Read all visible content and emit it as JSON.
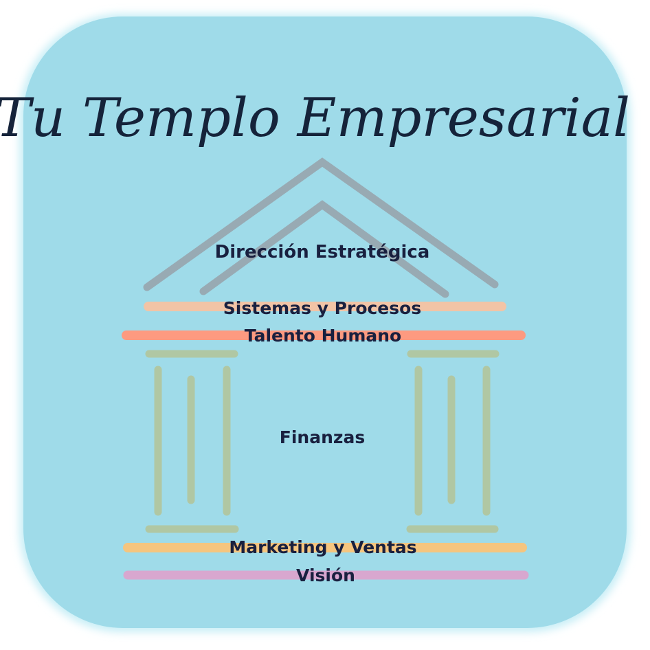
{
  "title": "Tu Templo Empresarial",
  "colors": {
    "background": "#9fdbe9",
    "roof": "#98aab3",
    "sistemas_bar": "#f2c4a6",
    "talento_bar": "#fd9a80",
    "columns": "#b0c7a3",
    "marketing_bar": "#f5c57f",
    "vision_bar": "#d8a7cf",
    "text": "#19203f"
  },
  "layers": {
    "roof": "Dirección Estratégica",
    "sistemas": "Sistemas y Procesos",
    "talento": "Talento Humano",
    "columns": "Finanzas",
    "marketing": "Marketing y Ventas",
    "vision": "Visión"
  }
}
